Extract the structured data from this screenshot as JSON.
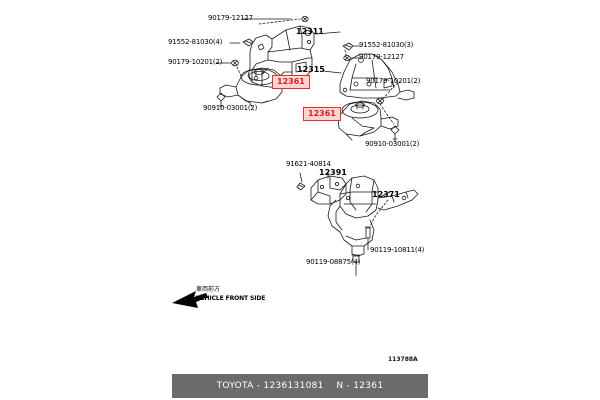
{
  "document": {
    "type": "toyota-parts-diagram",
    "figure_code": "113788A",
    "colors": {
      "highlight_fill": "#fbd4d4",
      "highlight_border": "#e03030",
      "highlight_text": "#d81f1f",
      "line": "#1a1a1a",
      "banner_bg": "#6b6b6b",
      "banner_text": "#ffffff"
    }
  },
  "footer": {
    "text": "TOYOTA - 1236131081    N - 12361",
    "brand": "TOYOTA",
    "catalog_number": "1236131081",
    "figure_label": "N - 12361"
  },
  "orientation": {
    "japanese": "車両前方",
    "english": "VEHICLE FRONT SIDE"
  },
  "assemblies": [
    {
      "id": "upper-left-mount",
      "labels": [
        {
          "id": "ul-90179-12127",
          "text": "90179-12127"
        },
        {
          "id": "ul-91552-81030-4",
          "text": "91552-81030(4)"
        },
        {
          "id": "ul-90179-10201-2",
          "text": "90179-10201(2)"
        },
        {
          "id": "ul-90910-03001-2",
          "text": "90910-03001(2)"
        },
        {
          "id": "ul-12311",
          "text": "12311"
        },
        {
          "id": "ul-12361",
          "text": "12361",
          "highlighted": true
        }
      ]
    },
    {
      "id": "upper-right-mount",
      "labels": [
        {
          "id": "ur-91552-81030-3",
          "text": "91552-81030(3)"
        },
        {
          "id": "ur-90179-12127",
          "text": "90179-12127"
        },
        {
          "id": "ur-90179-10201-2",
          "text": "90179-10201(2)"
        },
        {
          "id": "ur-90910-03001-2",
          "text": "90910-03001(2)"
        },
        {
          "id": "ur-12315",
          "text": "12315"
        },
        {
          "id": "ur-12361",
          "text": "12361",
          "highlighted": true
        }
      ]
    },
    {
      "id": "lower-bracket",
      "labels": [
        {
          "id": "lo-91621-40814",
          "text": "91621-40814"
        },
        {
          "id": "lo-12391",
          "text": "12391"
        },
        {
          "id": "lo-12371",
          "text": "12371"
        },
        {
          "id": "lo-90119-10811-4",
          "text": "90119-10811(4)"
        },
        {
          "id": "lo-90119-08875-4",
          "text": "90119-08875(4)"
        }
      ]
    }
  ],
  "callouts": {
    "ul_90179_12127": "90179-12127",
    "ul_91552_81030_4": "91552-81030(4)",
    "ul_90179_10201_2": "90179-10201(2)",
    "ul_90910_03001_2": "90910-03001(2)",
    "ul_12311": "12311",
    "ul_12361": "12361",
    "ur_91552_81030_3": "91552-81030(3)",
    "ur_90179_12127": "90179-12127",
    "ur_90179_10201_2": "90179-10201(2)",
    "ur_90910_03001_2": "90910-03001(2)",
    "ur_12315": "12315",
    "ur_12361": "12361",
    "lo_91621_40814": "91621-40814",
    "lo_12391": "12391",
    "lo_12371": "12371",
    "lo_90119_10811_4": "90119-10811(4)",
    "lo_90119_08875_4": "90119-08875(4)"
  }
}
